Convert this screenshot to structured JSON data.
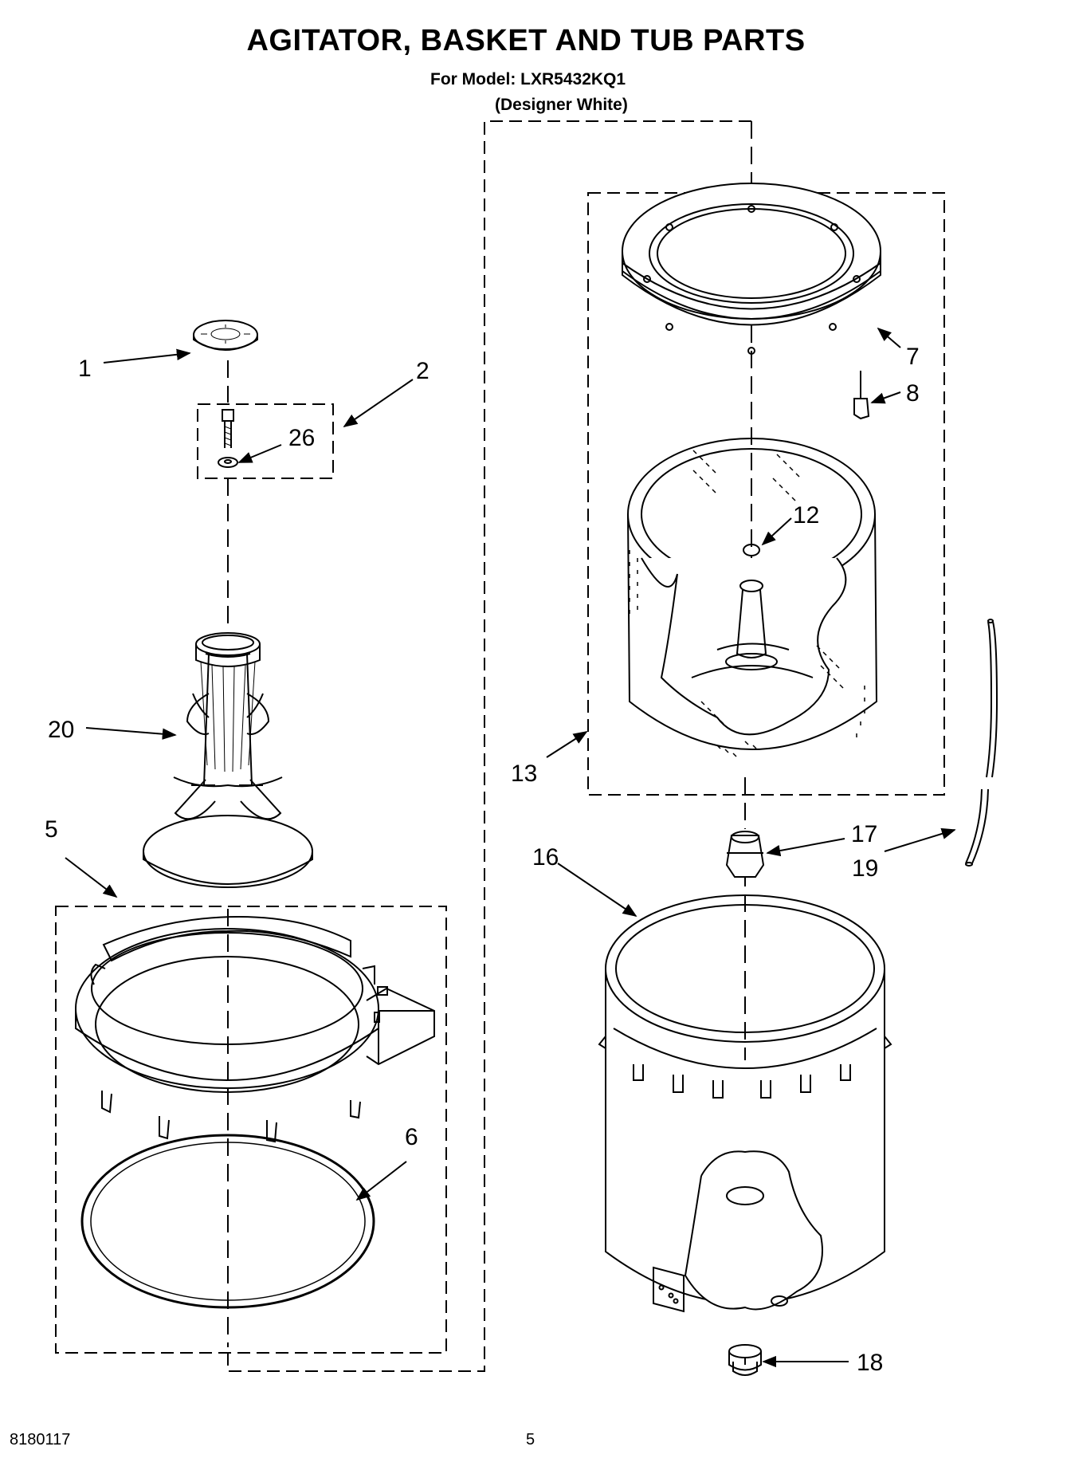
{
  "header": {
    "title": "AGITATOR, BASKET AND TUB PARTS",
    "model_line": "For Model: LXR5432KQ1",
    "variant_line": "(Designer White)"
  },
  "callouts": {
    "c1": "1",
    "c2": "2",
    "c26": "26",
    "c20": "20",
    "c5": "5",
    "c6": "6",
    "c7": "7",
    "c8": "8",
    "c12": "12",
    "c13": "13",
    "c16": "16",
    "c17": "17",
    "c19": "19",
    "c18": "18"
  },
  "footer": {
    "doc_number": "8180117",
    "page_number": "5"
  }
}
